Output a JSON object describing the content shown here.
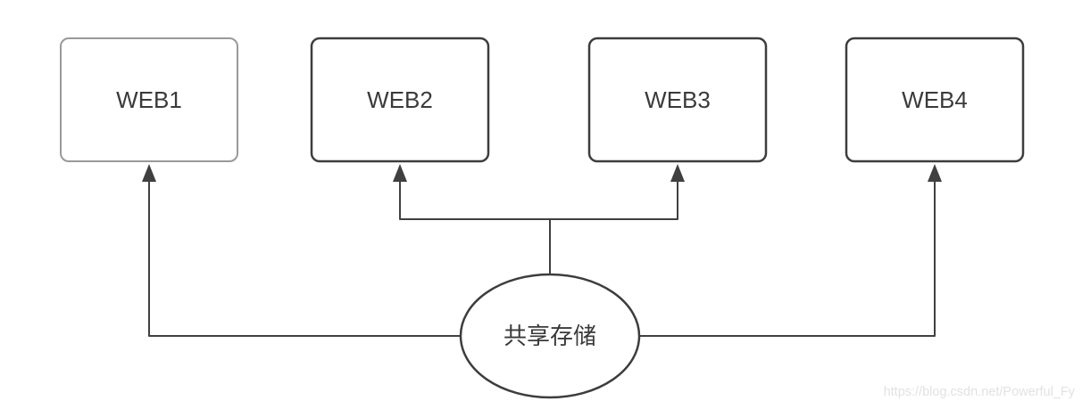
{
  "diagram": {
    "type": "topology",
    "nodes": [
      {
        "id": "web1",
        "label": "WEB1",
        "shape": "rectangle",
        "border_color": "#999999"
      },
      {
        "id": "web2",
        "label": "WEB2",
        "shape": "rectangle",
        "border_color": "#3d3d3d"
      },
      {
        "id": "web3",
        "label": "WEB3",
        "shape": "rectangle",
        "border_color": "#3d3d3d"
      },
      {
        "id": "web4",
        "label": "WEB4",
        "shape": "rectangle",
        "border_color": "#3d3d3d"
      },
      {
        "id": "shared-storage",
        "label": "共享存储",
        "shape": "ellipse",
        "border_color": "#3d3d3d"
      }
    ],
    "edges": [
      {
        "from": "shared-storage",
        "to": "web1",
        "arrow": "filled-triangle"
      },
      {
        "from": "shared-storage",
        "to": "web2",
        "arrow": "filled-triangle"
      },
      {
        "from": "shared-storage",
        "to": "web3",
        "arrow": "filled-triangle"
      },
      {
        "from": "shared-storage",
        "to": "web4",
        "arrow": "filled-triangle"
      }
    ],
    "colors": {
      "background": "#ffffff",
      "connector": "#404040",
      "label_text": "#3a3a3a",
      "node_fill": "#ffffff"
    }
  },
  "watermark": {
    "text": "https://blog.csdn.net/Powerful_Fy",
    "color": "#e2e2e2"
  }
}
